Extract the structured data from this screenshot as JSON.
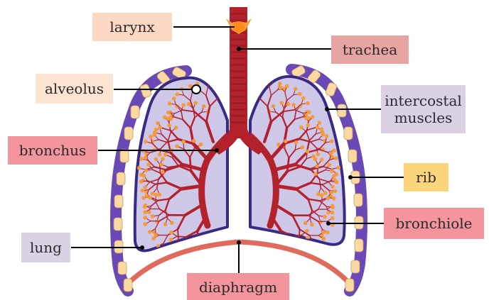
{
  "labels": {
    "larynx": "larynx",
    "trachea": "trachea",
    "alveolus": "alveolus",
    "intercostal_line1": "intercostal",
    "intercostal_line2": "muscles",
    "bronchus": "bronchus",
    "rib": "rib",
    "bronchiole": "bronchiole",
    "lung": "lung",
    "diaphragm": "diaphragm"
  },
  "colors": {
    "larynx_box": "#fdd9c4",
    "trachea_box": "#e6a4a3",
    "alveolus_box": "#fde3d1",
    "intercostal_box": "#dad1e5",
    "bronchus_box": "#f4949c",
    "rib_box": "#fcd57a",
    "bronchiole_box": "#f4949c",
    "lung_box": "#dad1e5",
    "diaphragm_box": "#f4949c",
    "lung_fill": "#cfc7e7",
    "lung_outline": "#3a2a86",
    "muscle": "#6a48b8",
    "rib_segment": "#fbd9a3",
    "airway": "#b3212d",
    "alveoli_dots": "#f59a3b",
    "diaphragm_muscle": "#e06a5c"
  }
}
